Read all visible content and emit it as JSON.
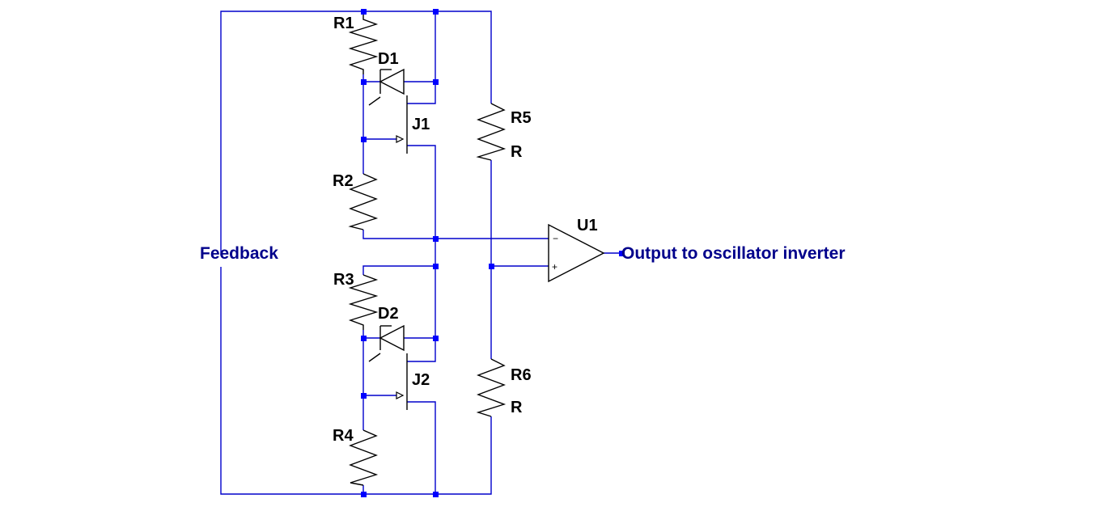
{
  "colors": {
    "wire": "#0000cc",
    "component": "#000000",
    "node": "#0000ff",
    "net_label": "#00008b",
    "background": "#ffffff"
  },
  "net_labels": {
    "feedback": "Feedback",
    "output": "Output to oscillator inverter"
  },
  "components": {
    "r1": {
      "ref": "R1"
    },
    "r2": {
      "ref": "R2"
    },
    "r3": {
      "ref": "R3"
    },
    "r4": {
      "ref": "R4"
    },
    "r5": {
      "ref": "R5",
      "value": "R"
    },
    "r6": {
      "ref": "R6",
      "value": "R"
    },
    "d1": {
      "ref": "D1"
    },
    "d2": {
      "ref": "D2"
    },
    "j1": {
      "ref": "J1"
    },
    "j2": {
      "ref": "J2"
    },
    "u1": {
      "ref": "U1",
      "pin_inverting": "−",
      "pin_noninverting": "+"
    }
  }
}
